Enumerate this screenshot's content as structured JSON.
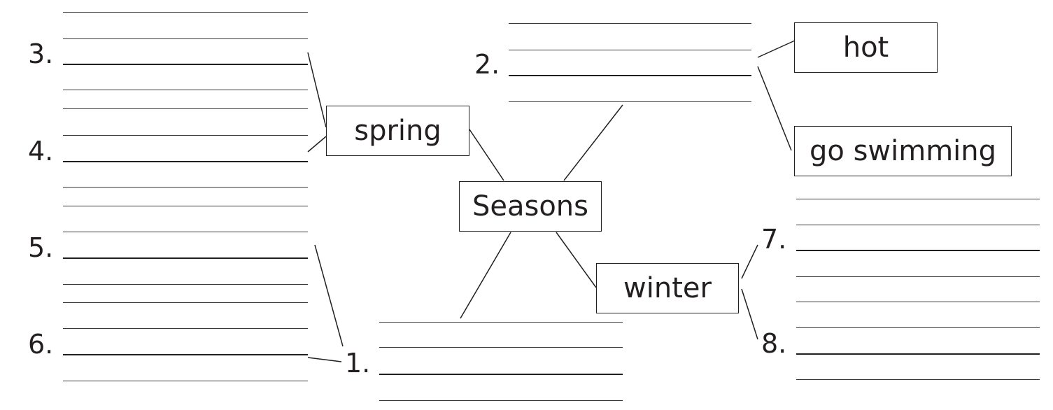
{
  "center": {
    "label": "Seasons"
  },
  "seasons": [
    {
      "id": "spring",
      "label": "spring"
    },
    {
      "id": "winter",
      "label": "winter"
    }
  ],
  "ideas": [
    {
      "id": "hot",
      "label": "hot"
    },
    {
      "id": "go-swimming",
      "label": "go swimming"
    }
  ],
  "answer_blanks": [
    {
      "number": "1."
    },
    {
      "number": "2."
    },
    {
      "number": "3."
    },
    {
      "number": "4."
    },
    {
      "number": "5."
    },
    {
      "number": "6."
    },
    {
      "number": "7."
    },
    {
      "number": "8."
    }
  ],
  "colors": {
    "ink": "#231f20",
    "paper": "#ffffff"
  }
}
